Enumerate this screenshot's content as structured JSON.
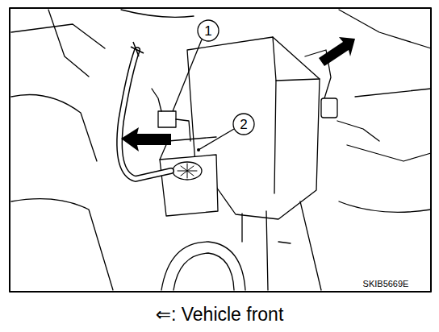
{
  "diagram": {
    "labels": [
      "1",
      "2",
      "SKIB5669E",
      "⇐: Vehicle front"
    ]
  }
}
